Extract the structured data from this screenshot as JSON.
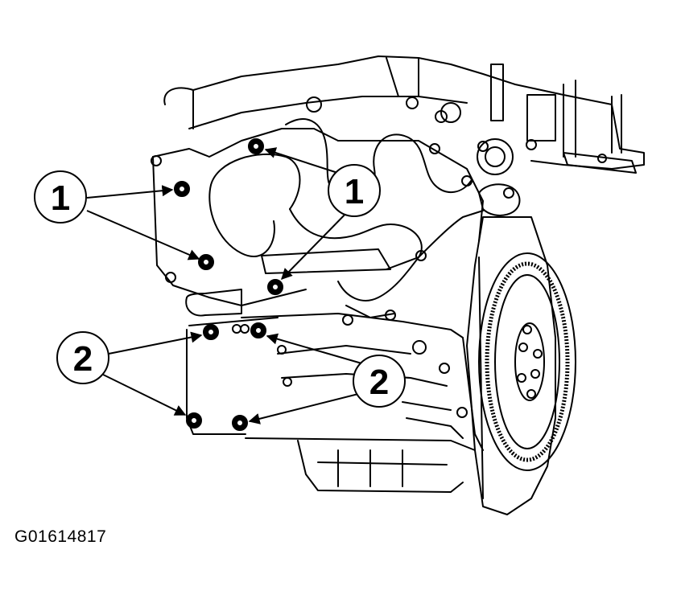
{
  "callouts": {
    "one_left": "1",
    "one_right": "1",
    "two_left": "2",
    "two_right": "2"
  },
  "figure_id": "G01614817",
  "colors": {
    "ink": "#000000",
    "paper": "#ffffff"
  }
}
